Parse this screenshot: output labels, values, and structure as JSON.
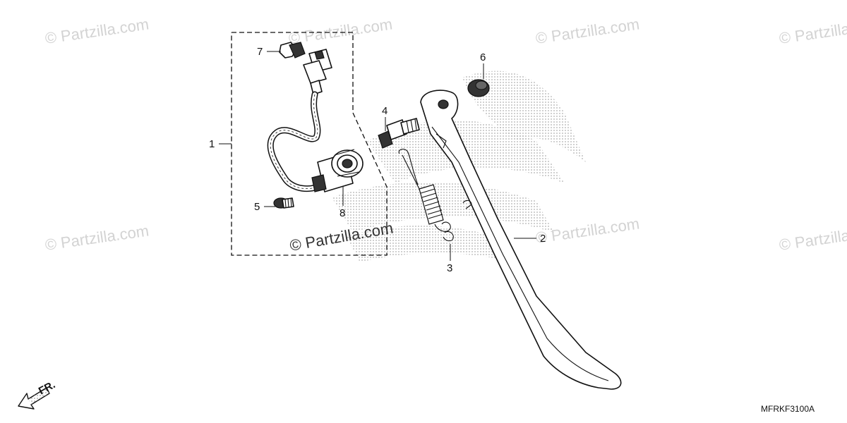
{
  "diagram": {
    "callouts": [
      {
        "id": "1",
        "label": "1"
      },
      {
        "id": "2",
        "label": "2"
      },
      {
        "id": "3",
        "label": "3"
      },
      {
        "id": "4",
        "label": "4"
      },
      {
        "id": "5",
        "label": "5"
      },
      {
        "id": "6",
        "label": "6"
      },
      {
        "id": "7",
        "label": "7"
      },
      {
        "id": "8",
        "label": "8"
      }
    ],
    "diagram_code": "MFRKF3100A",
    "front_indicator": "FR.",
    "watermark": "© Partzilla.com",
    "watermark_main": "© Partzilla.com"
  }
}
